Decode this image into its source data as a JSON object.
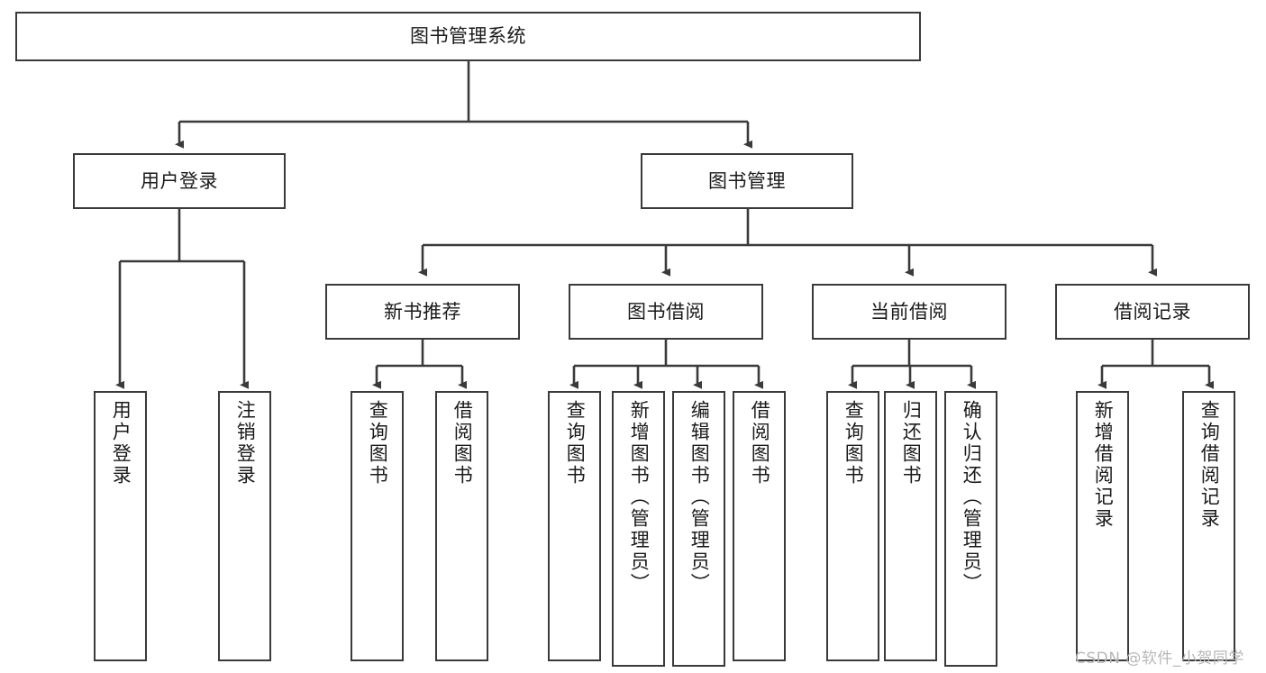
{
  "diagram": {
    "title": "图书管理系统",
    "type": "tree",
    "watermark": "CSDN @软件_小贺同学",
    "colors": {
      "stroke": "#3a3a3a",
      "fill": "#ffffff",
      "text": "#1a1a1a",
      "watermark": "#b7b7b7"
    },
    "nodes": {
      "root": "图书管理系统",
      "level2": {
        "user_login": "用户登录",
        "book_manage": "图书管理"
      },
      "user_login_children": {
        "login": "用户登录",
        "logout": "注销登录"
      },
      "level3": {
        "new_book_recommend": "新书推荐",
        "book_borrow": "图书借阅",
        "current_borrow": "当前借阅",
        "borrow_record": "借阅记录"
      },
      "new_book_recommend_children": {
        "query_book": "查询图书",
        "borrow_book": "借阅图书"
      },
      "book_borrow_children": {
        "query_book": "查询图书",
        "add_book_admin": "新增图书（管理员）",
        "edit_book_admin": "编辑图书（管理员）",
        "borrow_book": "借阅图书"
      },
      "current_borrow_children": {
        "query_book": "查询图书",
        "return_book": "归还图书",
        "confirm_return_admin": "确认归还（管理员）"
      },
      "borrow_record_children": {
        "add_record": "新增借阅记录",
        "query_record": "查询借阅记录"
      }
    }
  }
}
